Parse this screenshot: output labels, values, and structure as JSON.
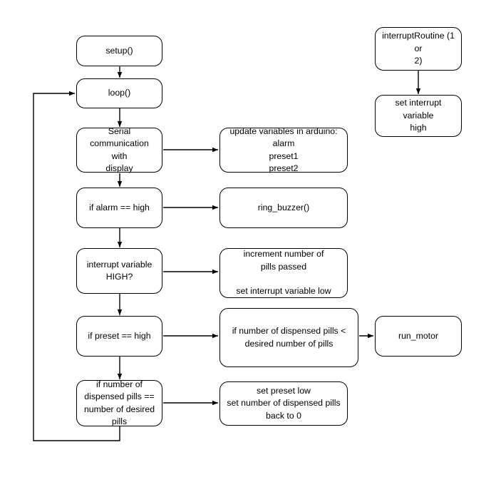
{
  "diagram": {
    "title": "Arduino pill dispenser control flow",
    "background": "#ffffff",
    "stroke": "#000000",
    "nodes": {
      "setup": {
        "label": "setup()"
      },
      "loop": {
        "label": "loop()"
      },
      "serial_comm": {
        "label": "Serial\ncommunication with\ndisplay"
      },
      "update_vars": {
        "label": "update variables in arduino:\nalarm\npreset1\npreset2"
      },
      "if_alarm": {
        "label": "if alarm == high"
      },
      "ring_buzzer": {
        "label": "ring_buzzer()"
      },
      "interrupt_high": {
        "label": "interrupt variable\nHIGH?"
      },
      "increment_pills": {
        "label": "increment number of\npills passed\n\nset interrupt variable low"
      },
      "if_preset": {
        "label": "if preset == high"
      },
      "if_dispensed_less": {
        "label": "if number of dispensed pills <\ndesired number of pills"
      },
      "run_motor": {
        "label": "run_motor"
      },
      "if_dispensed_equal": {
        "label": "if number  of\ndispensed pills ==\nnumber of desired\npills"
      },
      "reset_preset": {
        "label": "set preset low\nset number of dispensed pills\nback to 0"
      },
      "interrupt_routine": {
        "label": "interruptRoutine (1 or\n2)"
      },
      "set_interrupt_high": {
        "label": "set interrupt variable\nhigh"
      }
    },
    "edges": [
      {
        "name": "setup-to-loop",
        "from": "setup",
        "to": "loop"
      },
      {
        "name": "loop-to-serial",
        "from": "loop",
        "to": "serial_comm"
      },
      {
        "name": "serial-to-update",
        "from": "serial_comm",
        "to": "update_vars"
      },
      {
        "name": "serial-to-if-alarm",
        "from": "serial_comm",
        "to": "if_alarm"
      },
      {
        "name": "if-alarm-to-buzzer",
        "from": "if_alarm",
        "to": "ring_buzzer"
      },
      {
        "name": "if-alarm-to-interrupt",
        "from": "if_alarm",
        "to": "interrupt_high"
      },
      {
        "name": "interrupt-to-increment",
        "from": "interrupt_high",
        "to": "increment_pills"
      },
      {
        "name": "interrupt-to-if-preset",
        "from": "interrupt_high",
        "to": "if_preset"
      },
      {
        "name": "if-preset-to-dispensed-less",
        "from": "if_preset",
        "to": "if_dispensed_less"
      },
      {
        "name": "dispensed-less-to-run-motor",
        "from": "if_dispensed_less",
        "to": "run_motor"
      },
      {
        "name": "if-preset-to-dispensed-equal",
        "from": "if_preset",
        "to": "if_dispensed_equal"
      },
      {
        "name": "dispensed-equal-to-reset",
        "from": "if_dispensed_equal",
        "to": "reset_preset"
      },
      {
        "name": "feedback-to-loop",
        "from": "if_dispensed_equal",
        "to": "loop"
      },
      {
        "name": "routine-to-set-high",
        "from": "interrupt_routine",
        "to": "set_interrupt_high"
      }
    ]
  }
}
